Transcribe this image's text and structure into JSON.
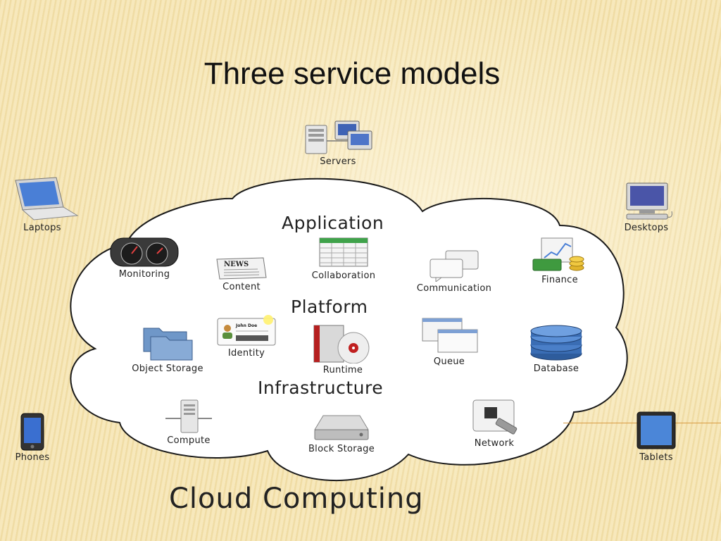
{
  "slide": {
    "title": "Three service models"
  },
  "diagram": {
    "caption": "Cloud Computing",
    "layers": {
      "application": "Application",
      "platform": "Platform",
      "infrastructure": "Infrastructure"
    },
    "devices": {
      "servers": "Servers",
      "laptops": "Laptops",
      "desktops": "Desktops",
      "phones": "Phones",
      "tablets": "Tablets"
    },
    "application_items": {
      "monitoring": "Monitoring",
      "content": "Content",
      "collaboration": "Collaboration",
      "communication": "Communication",
      "finance": "Finance"
    },
    "platform_items": {
      "object_storage": "Object Storage",
      "identity": "Identity",
      "runtime": "Runtime",
      "queue": "Queue",
      "database": "Database"
    },
    "infrastructure_items": {
      "compute": "Compute",
      "block_storage": "Block Storage",
      "network": "Network"
    },
    "embedded_text": {
      "news_masthead": "NEWS",
      "id_card_name": "John Doe"
    },
    "icons": {
      "servers": "servers-icon",
      "laptops": "laptop-icon",
      "desktops": "desktop-icon",
      "phones": "phone-icon",
      "tablets": "tablet-icon",
      "monitoring": "gauge-icon",
      "content": "newspaper-icon",
      "collaboration": "spreadsheet-icon",
      "communication": "speech-bubbles-icon",
      "finance": "chart-coins-icon",
      "object_storage": "folders-icon",
      "identity": "id-card-icon",
      "runtime": "runtime-disc-icon",
      "queue": "windows-queue-icon",
      "database": "database-icon",
      "compute": "server-tower-icon",
      "block_storage": "hard-drive-icon",
      "network": "network-port-icon"
    },
    "colors": {
      "cloud_fill": "#ffffff",
      "cloud_stroke": "#1a1a1a",
      "accent_line": "#d89a40"
    }
  }
}
